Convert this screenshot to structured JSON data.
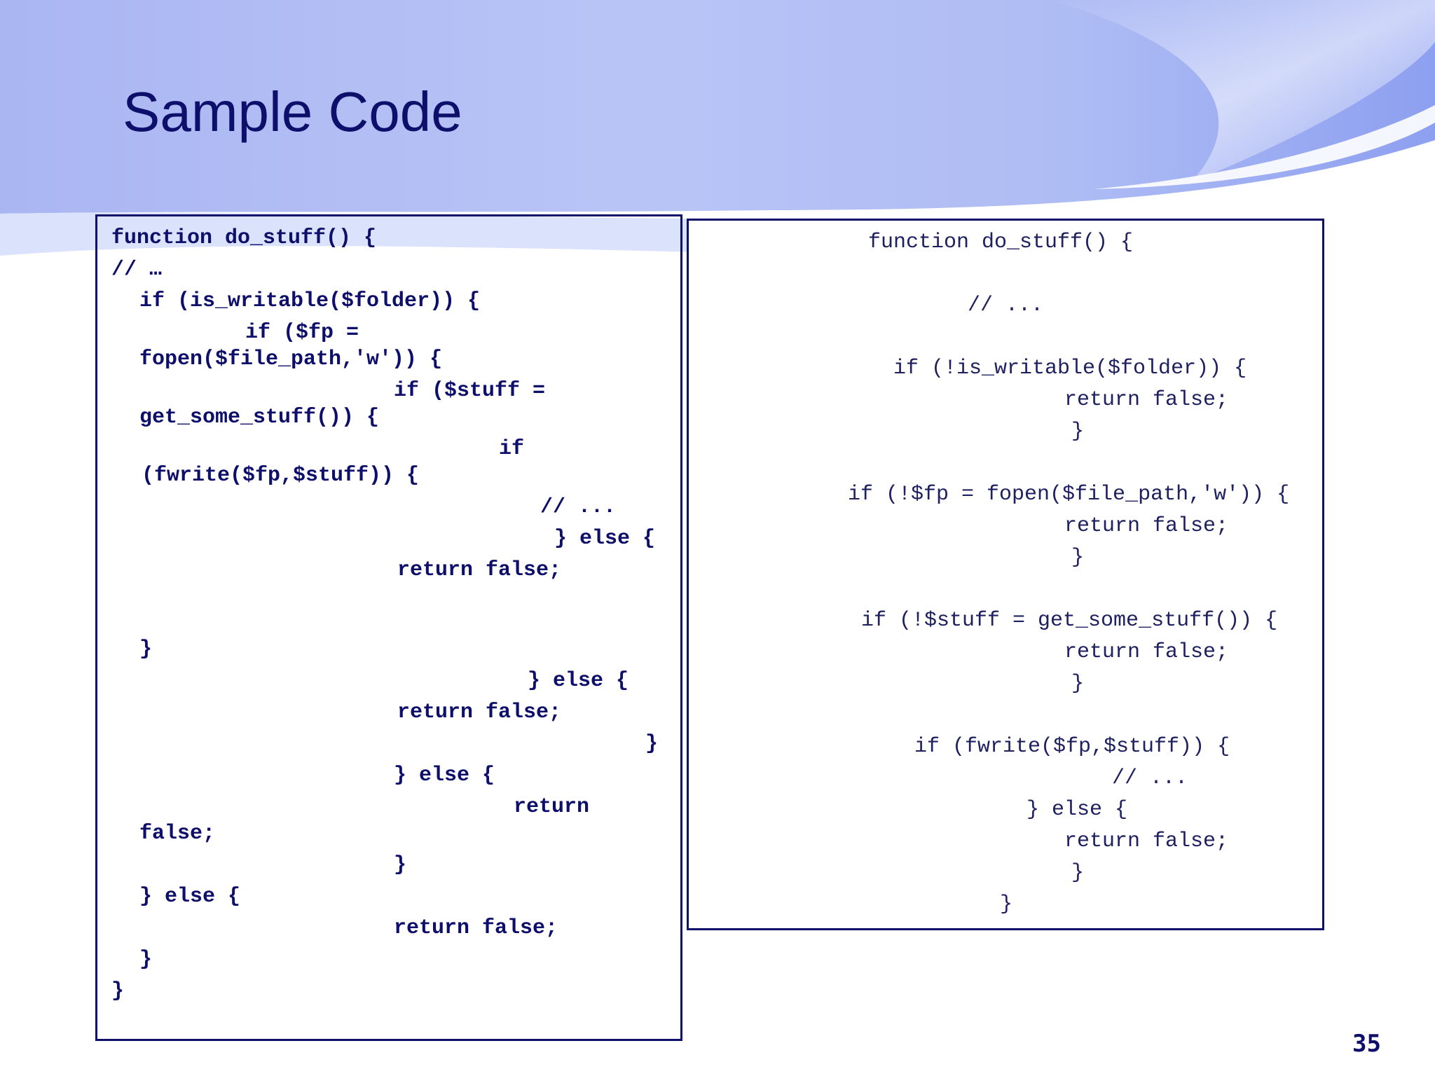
{
  "slide": {
    "title": "Sample Code",
    "page_number": "35"
  },
  "left_code": {
    "lines": [
      "function do_stuff() {",
      "// …",
      "if (is_writable($folder)) {",
      "if ($fp =",
      "fopen($file_path,'w')) {",
      "if ($stuff =",
      "get_some_stuff()) {",
      "if",
      "(fwrite($fp,$stuff)) {",
      "// ...",
      "} else {",
      "return false;",
      "}",
      "} else {",
      "return false;",
      "}",
      "} else {",
      "return",
      "false;",
      "}",
      "} else {",
      "return false;",
      "}",
      "}"
    ]
  },
  "right_code": {
    "lines": [
      "function do_stuff() {",
      "// ...",
      "if (!is_writable($folder)) {",
      "return false;",
      "}",
      "if (!$fp = fopen($file_path,'w')) {",
      "return false;",
      "}",
      "if (!$stuff = get_some_stuff()) {",
      "return false;",
      "}",
      "if (fwrite($fp,$stuff)) {",
      "// ...",
      "} else {",
      "return false;",
      "}",
      "}"
    ]
  }
}
